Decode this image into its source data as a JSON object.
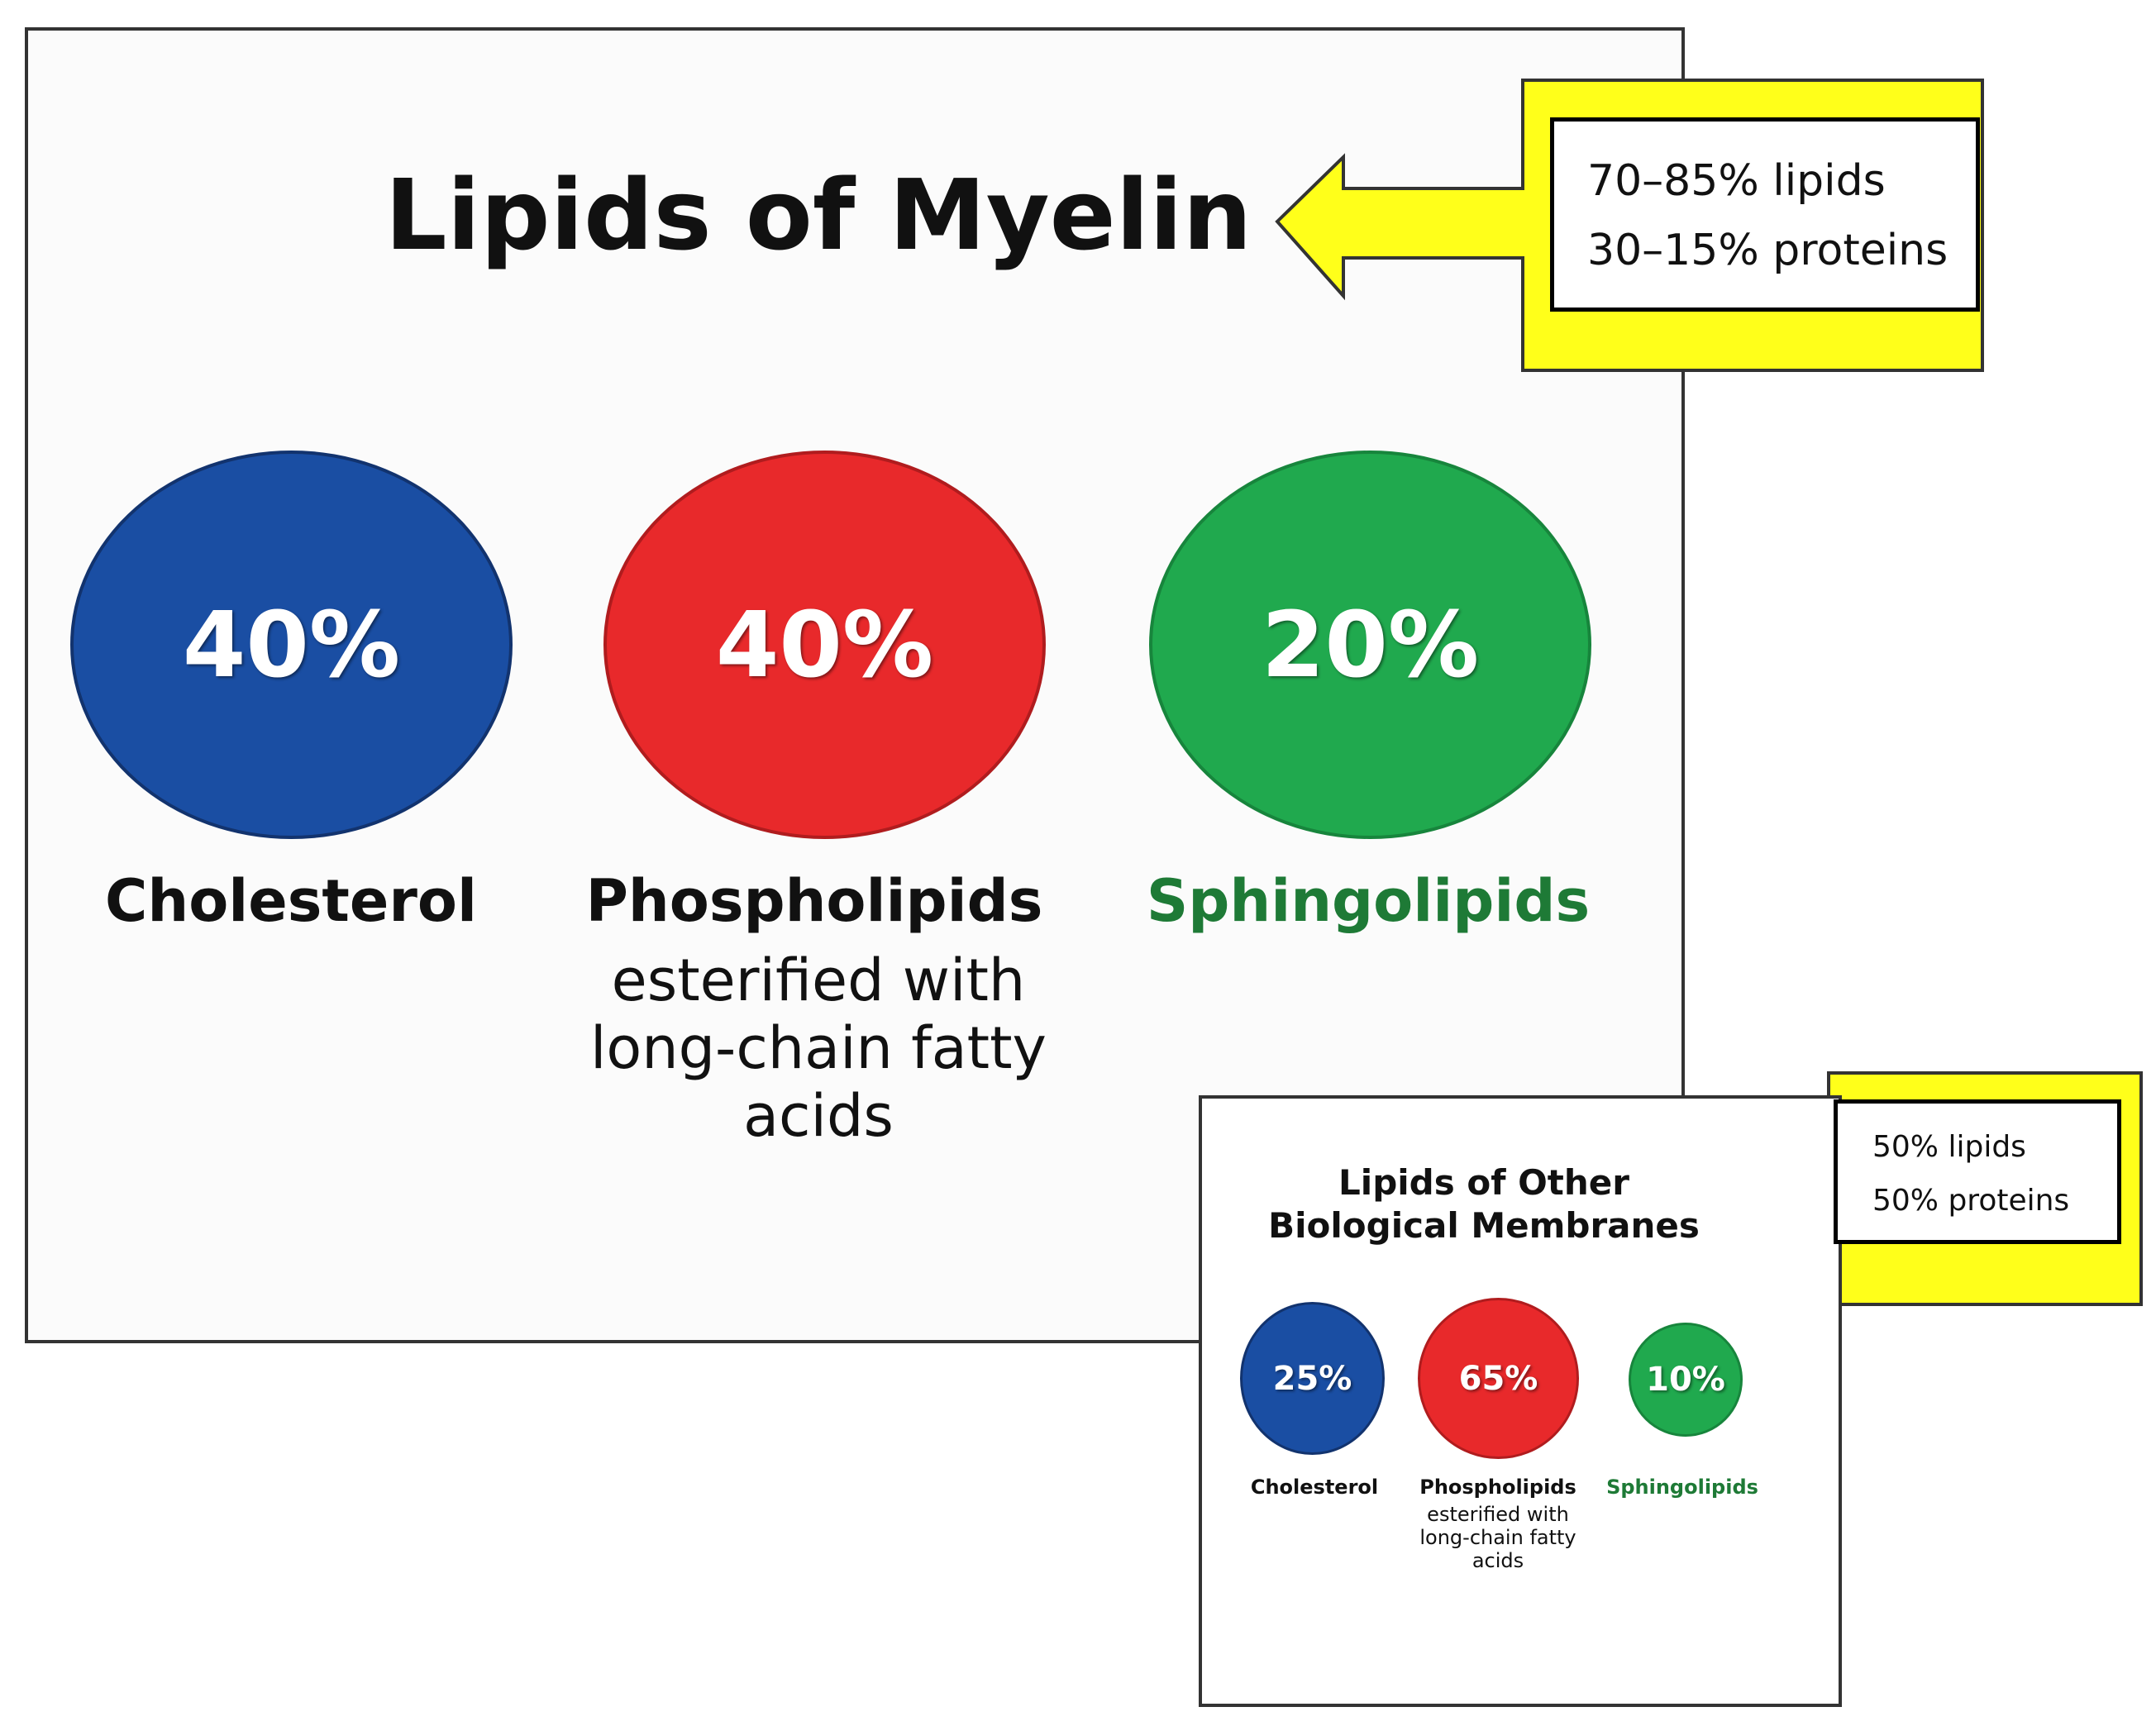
{
  "myelin": {
    "title": "Lipids of Myelin",
    "note": {
      "line1": "70–85% lipids",
      "line2": "30–15% proteins"
    },
    "items": [
      {
        "value": "40%",
        "label": "Cholesterol",
        "sub": "",
        "color": "#1a4ea3",
        "label_color": "#111111"
      },
      {
        "value": "40%",
        "label": "Phospholipids",
        "sub": "esterified with long-chain fatty acids",
        "color": "#e8292b",
        "label_color": "#111111"
      },
      {
        "value": "20%",
        "label": "Sphingolipids",
        "sub": "",
        "color": "#20a94e",
        "label_color": "#1e7a36"
      }
    ]
  },
  "other": {
    "title": "Lipids of Other Biological Membranes",
    "note": {
      "line1": "50% lipids",
      "line2": "50% proteins"
    },
    "items": [
      {
        "value": "25%",
        "label": "Cholesterol",
        "sub": "",
        "color": "#1a4ea3",
        "label_color": "#111111"
      },
      {
        "value": "65%",
        "label": "Phospholipids",
        "sub": "esterified with long-chain fatty acids",
        "color": "#e8292b",
        "label_color": "#111111"
      },
      {
        "value": "10%",
        "label": "Sphingolipids",
        "sub": "",
        "color": "#20a94e",
        "label_color": "#1e7a36"
      }
    ]
  },
  "colors": {
    "callout_yellow": "#ffff1a",
    "callout_border": "#333333"
  }
}
